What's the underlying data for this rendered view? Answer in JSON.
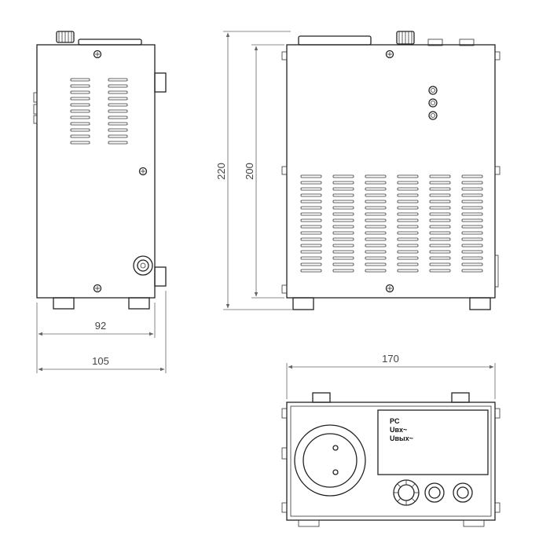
{
  "dimensions": {
    "side_depth_inner": "92",
    "side_depth_outer": "105",
    "front_height_outer": "220",
    "front_height_inner": "200",
    "top_width": "170"
  },
  "display_panel": {
    "line1": "PC",
    "line2": "Uвх~",
    "line3": "Uвых~"
  },
  "colors": {
    "line": "#222222",
    "dimension_line": "#666666",
    "dimension_text": "#444444"
  },
  "icons": [
    "screw-icon",
    "vent-slot-icon",
    "socket-icon",
    "knob-icon",
    "led-indicator-icon",
    "fuse-holder-icon",
    "power-connector-icon"
  ]
}
